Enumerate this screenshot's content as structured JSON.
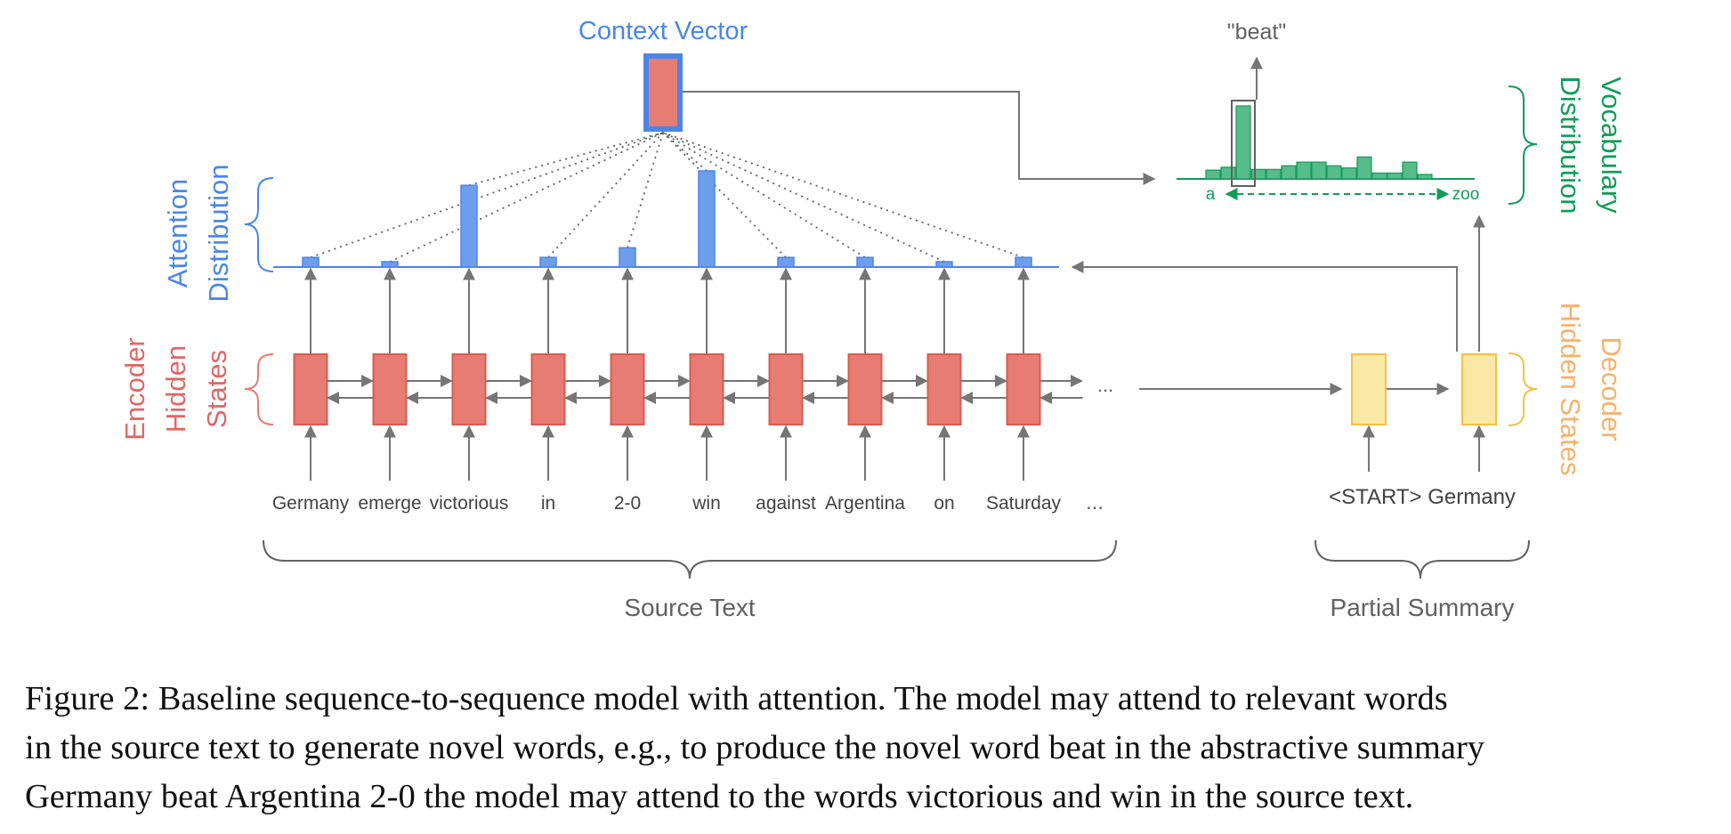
{
  "diagram": {
    "context_vector_label": "Context Vector",
    "attention_label_lines": [
      "Attention",
      "Distribution"
    ],
    "encoder_label_lines": [
      "Encoder",
      "Hidden",
      "States"
    ],
    "vocab_label_lines": [
      "Vocabulary",
      "Distribution"
    ],
    "decoder_label_lines": [
      "Decoder",
      "Hidden States"
    ],
    "output_word": "\"beat\"",
    "vocab_axis_start": "a",
    "vocab_axis_end": "zoo",
    "source_words": [
      "Germany",
      "emerge",
      "victorious",
      "in",
      "2-0",
      "win",
      "against",
      "Argentina",
      "on",
      "Saturday"
    ],
    "source_ellipsis": "...",
    "row_ellipsis": "...",
    "attention_weights": [
      0.1,
      0.05,
      0.85,
      0.1,
      0.2,
      1.0,
      0.1,
      0.1,
      0.05,
      0.1
    ],
    "decoder_inputs": [
      "<START>",
      "Germany"
    ],
    "vocab_distribution": [
      0.12,
      0.16,
      1.0,
      0.13,
      0.13,
      0.18,
      0.23,
      0.23,
      0.18,
      0.15,
      0.3,
      0.08,
      0.08,
      0.23,
      0.06
    ],
    "vocab_highlight_index": 2,
    "source_text_label": "Source Text",
    "partial_summary_label": "Partial Summary",
    "colors": {
      "encoder": "#e67c73",
      "attention": "#4a86e8",
      "decoder": "#f6c042",
      "vocab": "#0f9d58",
      "arrow": "#757575"
    }
  },
  "caption": {
    "line1": "Figure 2: Baseline sequence-to-sequence model with attention. The model may attend to relevant words",
    "line2": "in the source text to generate novel words, e.g., to produce the novel word beat in the abstractive summary",
    "line3": "Germany beat Argentina 2-0 the model may attend to the words victorious and win in the source text."
  }
}
